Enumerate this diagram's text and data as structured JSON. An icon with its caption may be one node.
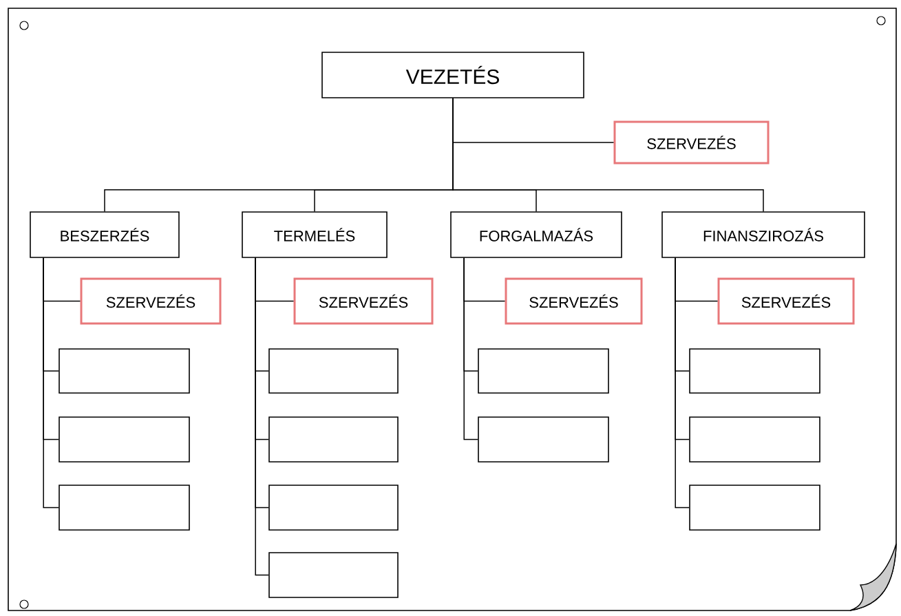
{
  "diagram": {
    "nodes": [
      {
        "text": [
          "VEZETÉS"
        ]
      },
      {
        "text": [
          "SZERVEZÉS"
        ]
      },
      {
        "text": [
          "BESZERZÉS"
        ]
      },
      {
        "text": [
          "TERMELÉS"
        ]
      },
      {
        "text": [
          "FORGALMAZÁS"
        ]
      },
      {
        "text": [
          "FINANSZIROZÁS"
        ]
      },
      {
        "text": [
          "SZERVEZÉS"
        ]
      },
      {
        "text": [],
        "shape": "box"
      },
      {
        "text": [],
        "shape": "box"
      },
      {
        "text": [],
        "shape": "box"
      },
      {
        "text": [
          "SZERVEZÉS"
        ]
      },
      {
        "text": [],
        "shape": "box"
      },
      {
        "text": [],
        "shape": "box"
      },
      {
        "text": [],
        "shape": "box"
      },
      {
        "text": [],
        "shape": "box"
      },
      {
        "text": [
          "SZERVEZÉS"
        ]
      },
      {
        "text": [],
        "shape": "box"
      },
      {
        "text": [],
        "shape": "box"
      },
      {
        "text": [
          "SZERVEZÉS"
        ]
      },
      {
        "text": [],
        "shape": "box"
      },
      {
        "text": [],
        "shape": "box"
      },
      {
        "text": [],
        "shape": "box"
      }
    ],
    "edges": [
      {
        "from": 0,
        "to": 1,
        "arrow": "none"
      },
      {
        "from": 0,
        "to": 2,
        "arrow": "none"
      },
      {
        "from": 0,
        "to": 3,
        "arrow": "none"
      },
      {
        "from": 0,
        "to": 4,
        "arrow": "none"
      },
      {
        "from": 0,
        "to": 5,
        "arrow": "none"
      },
      {
        "from": 2,
        "to": 6,
        "arrow": "none"
      },
      {
        "from": 2,
        "to": 7,
        "arrow": "none"
      },
      {
        "from": 2,
        "to": 8,
        "arrow": "none"
      },
      {
        "from": 2,
        "to": 9,
        "arrow": "none"
      },
      {
        "from": 3,
        "to": 10,
        "arrow": "none"
      },
      {
        "from": 3,
        "to": 11,
        "arrow": "none"
      },
      {
        "from": 3,
        "to": 12,
        "arrow": "none"
      },
      {
        "from": 3,
        "to": 13,
        "arrow": "none"
      },
      {
        "from": 3,
        "to": 14,
        "arrow": "none"
      },
      {
        "from": 4,
        "to": 15,
        "arrow": "none"
      },
      {
        "from": 4,
        "to": 16,
        "arrow": "none"
      },
      {
        "from": 4,
        "to": 17,
        "arrow": "none"
      },
      {
        "from": 5,
        "to": 18,
        "arrow": "none"
      },
      {
        "from": 5,
        "to": 19,
        "arrow": "none"
      },
      {
        "from": 5,
        "to": 20,
        "arrow": "none"
      },
      {
        "from": 5,
        "to": 21,
        "arrow": "none"
      }
    ]
  }
}
